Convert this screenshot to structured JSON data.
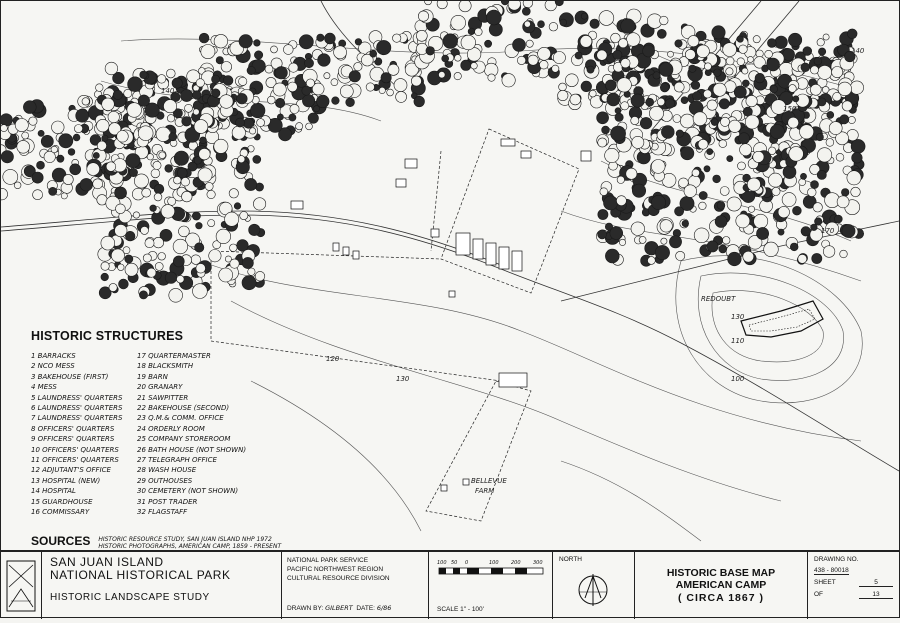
{
  "legend": {
    "heading": "HISTORIC STRUCTURES",
    "items_col1": [
      "1 BARRACKS",
      "2 NCO MESS",
      "3 BAKEHOUSE (FIRST)",
      "4 MESS",
      "5 LAUNDRESS' QUARTERS",
      "6 LAUNDRESS' QUARTERS",
      "7 LAUNDRESS' QUARTERS",
      "8 OFFICERS' QUARTERS",
      "9 OFFICERS' QUARTERS",
      "10 OFFICERS' QUARTERS",
      "11 OFFICERS' QUARTERS",
      "12 ADJUTANT'S OFFICE",
      "13 HOSPITAL (NEW)",
      "14 HOSPITAL",
      "15 GUARDHOUSE",
      "16 COMMISSARY"
    ],
    "items_col2": [
      "17 QUARTERMASTER",
      "18 BLACKSMITH",
      "19 BARN",
      "20 GRANARY",
      "21 SAWPITTER",
      "22 BAKEHOUSE (SECOND)",
      "23 Q.M.& COMM. OFFICE",
      "24 ORDERLY ROOM",
      "25 COMPANY STOREROOM",
      "26 BATH HOUSE (NOT SHOWN)",
      "27 TELEGRAPH OFFICE",
      "28 WASH HOUSE",
      "29 OUTHOUSES",
      "30 CEMETERY (NOT SHOWN)",
      "31 POST TRADER",
      "32 FLAGSTAFF"
    ]
  },
  "sources": {
    "heading": "SOURCES",
    "line1": "HISTORIC RESOURCE STUDY, SAN JUAN ISLAND NHP 1972",
    "line2": "HISTORIC PHOTOGRAPHS, AMERICAN CAMP, 1859 - PRESENT"
  },
  "map_labels": {
    "redoubt": "REDOUBT",
    "farm_l1": "BELLEVUE",
    "farm_l2": "FARM",
    "contours": [
      "140",
      "140",
      "150",
      "170",
      "130",
      "110",
      "120",
      "130",
      "100"
    ]
  },
  "title_block": {
    "park_line1": "SAN JUAN ISLAND",
    "park_line2": "NATIONAL HISTORICAL PARK",
    "study": "HISTORIC LANDSCAPE STUDY",
    "agency_line1": "NATIONAL PARK SERVICE",
    "agency_line2": "PACIFIC NORTHWEST REGION",
    "agency_line3": "CULTURAL RESOURCE DIVISION",
    "drawn_by_label": "DRAWN BY:",
    "drawn_by_value": "GILBERT",
    "date_label": "DATE:",
    "date_value": "6/86",
    "scale_ticks": [
      "100",
      "50",
      "0",
      "100",
      "200",
      "300"
    ],
    "scale_label": "SCALE 1\" - 100'",
    "north_label": "NORTH",
    "title_line1": "HISTORIC BASE MAP",
    "title_line2": "AMERICAN CAMP",
    "title_line3": "( CIRCA 1867 )",
    "drawing_no_label": "DRAWING NO.",
    "drawing_no_value": "438 - 80018",
    "sheet_label": "SHEET",
    "sheet_value": "5",
    "of_label": "OF",
    "of_value": "13"
  }
}
